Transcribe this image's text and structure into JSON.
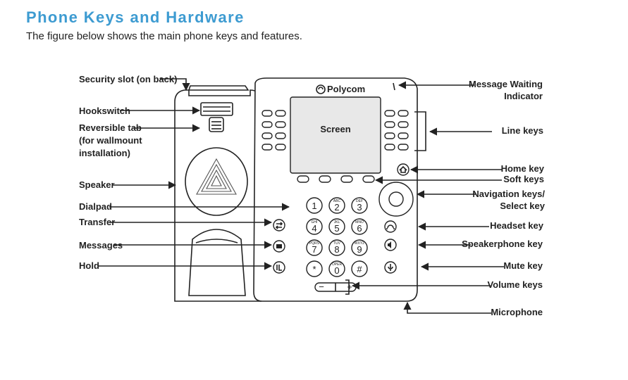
{
  "header": {
    "title": "Phone Keys and Hardware",
    "subtitle": "The figure below shows the main phone keys and features."
  },
  "phone": {
    "brand": "Polycom",
    "screen_label": "Screen",
    "digits": [
      "1",
      "2",
      "3",
      "4",
      "5",
      "6",
      "7",
      "8",
      "9",
      "*",
      "0",
      "#"
    ],
    "digit_letters": [
      "",
      "ABC",
      "DEF",
      "GHI",
      "JKL",
      "MNO",
      "PQRS",
      "TUV",
      "WXYZ",
      "",
      "OPER",
      ""
    ],
    "volume_minus": "−",
    "volume_plus": "+"
  },
  "labels": {
    "left": {
      "security_slot": "Security slot (on back)",
      "hookswitch": "Hookswitch",
      "reversible_tab_1": "Reversible tab",
      "reversible_tab_2": "(for wallmount",
      "reversible_tab_3": "installation)",
      "speaker": "Speaker",
      "dialpad": "Dialpad",
      "transfer": "Transfer",
      "messages": "Messages",
      "hold": "Hold"
    },
    "right": {
      "message_waiting_1": "Message Waiting",
      "message_waiting_2": "Indicator",
      "line_keys": "Line keys",
      "home_key": "Home key",
      "soft_keys": "Soft keys",
      "navigation_1": "Navigation keys/",
      "navigation_2": "Select key",
      "headset_key": "Headset key",
      "speakerphone_key": "Speakerphone key",
      "mute_key": "Mute key",
      "volume_keys": "Volume keys",
      "microphone": "Microphone"
    }
  }
}
